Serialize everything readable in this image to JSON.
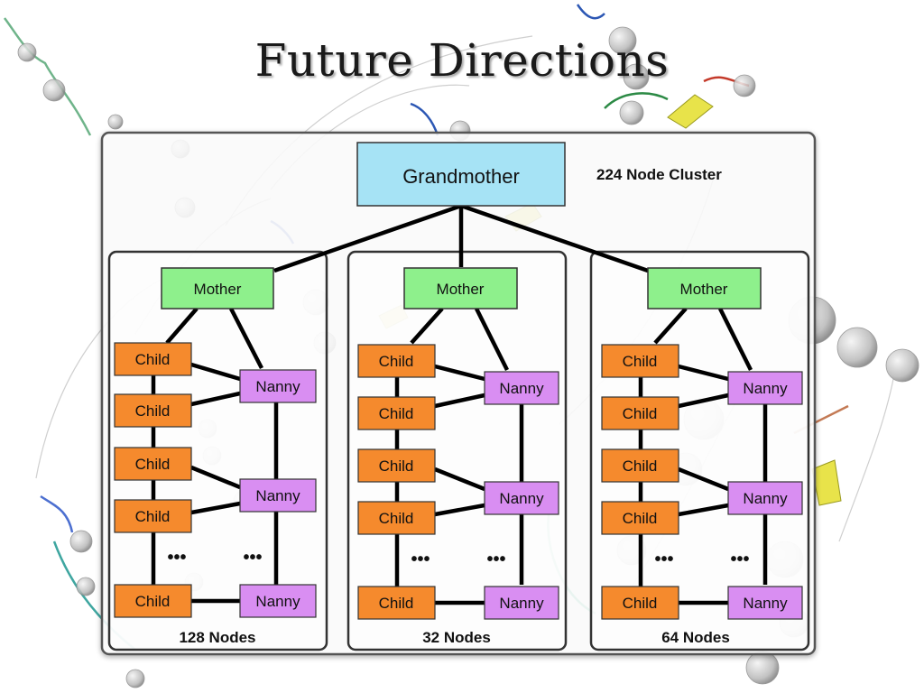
{
  "slide": {
    "title": "Future Directions"
  },
  "diagram": {
    "cluster_label": "224 Node Cluster",
    "root": {
      "label": "Grandmother",
      "color": "#a6e3f5"
    },
    "colors": {
      "mother": "#8ef08c",
      "child": "#f58a2d",
      "nanny": "#d98ef2",
      "line": "#000000",
      "panel_border": "#333333"
    },
    "groups": [
      {
        "mother": "Mother",
        "node_count_label": "128 Nodes",
        "child_label": "Child",
        "nanny_label": "Nanny",
        "ellipsis": "•••"
      },
      {
        "mother": "Mother",
        "node_count_label": "32 Nodes",
        "child_label": "Child",
        "nanny_label": "Nanny",
        "ellipsis": "•••"
      },
      {
        "mother": "Mother",
        "node_count_label": "64 Nodes",
        "child_label": "Child",
        "nanny_label": "Nanny",
        "ellipsis": "•••"
      }
    ]
  }
}
